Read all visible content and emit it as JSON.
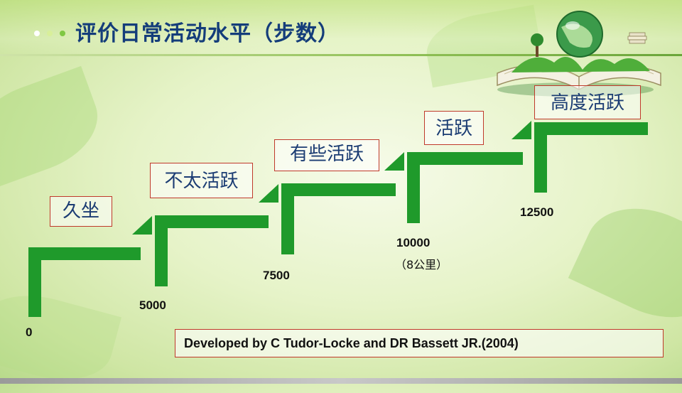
{
  "title": "评价日常活动水平（步数）",
  "colors": {
    "stair_green": "#1f9a2b",
    "title_blue": "#143d7a",
    "box_border": "#c0392b",
    "dots": [
      "#ffffff",
      "#d8ef9a",
      "#7fc843"
    ]
  },
  "levels": [
    {
      "label": "久坐",
      "steps": "0"
    },
    {
      "label": "不太活跃",
      "steps": "5000"
    },
    {
      "label": "有些活跃",
      "steps": "7500"
    },
    {
      "label": "活跃",
      "steps": "10000",
      "note": "（8公里）"
    },
    {
      "label": "高度活跃",
      "steps": "12500"
    }
  ],
  "credit": "Developed by C Tudor-Locke and DR Bassett JR.(2004)",
  "decoration": {
    "icon": "globe-on-open-book-icon"
  }
}
